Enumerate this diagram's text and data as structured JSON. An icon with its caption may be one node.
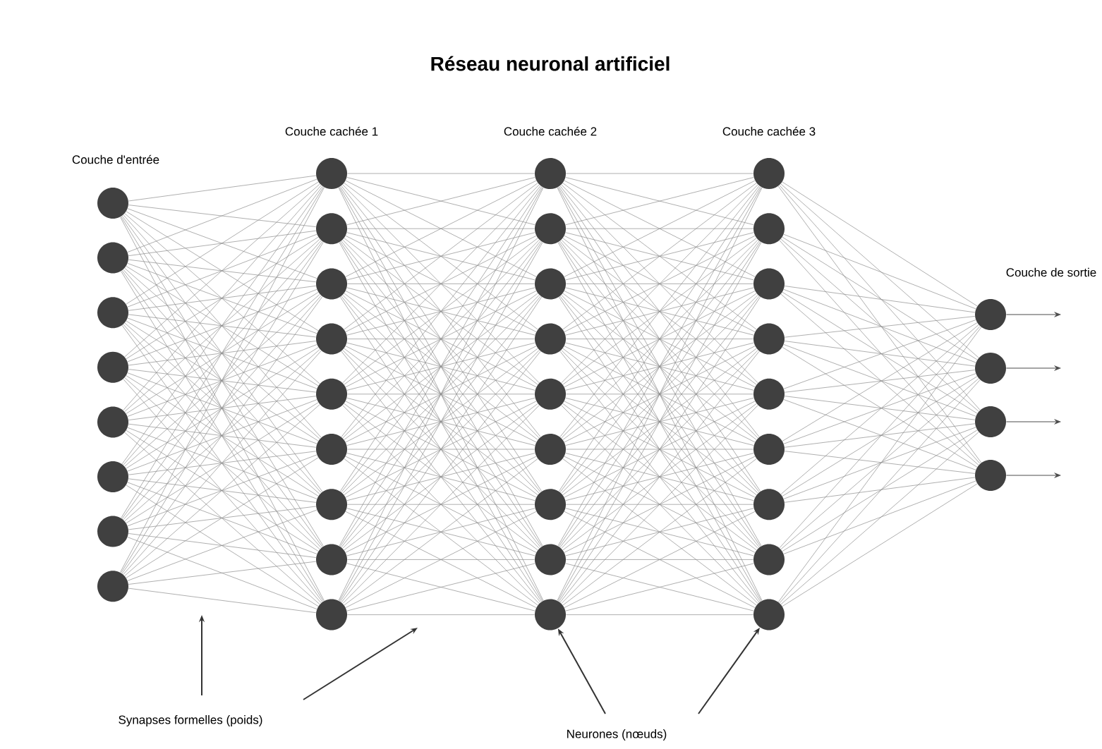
{
  "diagram": {
    "title": "Réseau neuronal artificiel",
    "nodes": [
      {
        "text": [],
        "shape": "circle"
      },
      {
        "text": [],
        "shape": "circle"
      },
      {
        "text": [],
        "shape": "circle"
      },
      {
        "text": [],
        "shape": "circle"
      },
      {
        "text": [],
        "shape": "circle"
      },
      {
        "text": [],
        "shape": "circle"
      },
      {
        "text": [],
        "shape": "circle"
      },
      {
        "text": [],
        "shape": "circle"
      },
      {
        "text": [],
        "shape": "circle"
      },
      {
        "text": [],
        "shape": "circle"
      },
      {
        "text": [],
        "shape": "circle"
      },
      {
        "text": [],
        "shape": "circle"
      },
      {
        "text": [],
        "shape": "circle"
      },
      {
        "text": [],
        "shape": "circle"
      },
      {
        "text": [],
        "shape": "circle"
      },
      {
        "text": [],
        "shape": "circle"
      },
      {
        "text": [],
        "shape": "circle"
      },
      {
        "text": [],
        "shape": "circle"
      },
      {
        "text": [],
        "shape": "circle"
      },
      {
        "text": [],
        "shape": "circle"
      },
      {
        "text": [],
        "shape": "circle"
      },
      {
        "text": [],
        "shape": "circle"
      },
      {
        "text": [],
        "shape": "circle"
      },
      {
        "text": [],
        "shape": "circle"
      },
      {
        "text": [],
        "shape": "circle"
      },
      {
        "text": [],
        "shape": "circle"
      },
      {
        "text": [],
        "shape": "circle"
      },
      {
        "text": [],
        "shape": "circle"
      },
      {
        "text": [],
        "shape": "circle"
      },
      {
        "text": [],
        "shape": "circle"
      },
      {
        "text": [],
        "shape": "circle"
      },
      {
        "text": [],
        "shape": "circle"
      },
      {
        "text": [],
        "shape": "circle"
      },
      {
        "text": [],
        "shape": "circle"
      },
      {
        "text": [],
        "shape": "circle"
      },
      {
        "text": [],
        "shape": "circle"
      },
      {
        "text": [],
        "shape": "circle"
      },
      {
        "text": [],
        "shape": "circle"
      },
      {
        "text": [],
        "shape": "circle"
      },
      {
        "text": [
          "Synapses formelles (poids)"
        ]
      },
      {
        "text": [
          "Neurones (nœuds)"
        ]
      }
    ],
    "edges": [
      {
        "from": 0,
        "to": 8,
        "arrow": "none"
      },
      {
        "from": 0,
        "to": 9,
        "arrow": "none"
      },
      {
        "from": 0,
        "to": 10,
        "arrow": "none"
      },
      {
        "from": 0,
        "to": 11,
        "arrow": "none"
      },
      {
        "from": 0,
        "to": 12,
        "arrow": "none"
      },
      {
        "from": 0,
        "to": 13,
        "arrow": "none"
      },
      {
        "from": 0,
        "to": 14,
        "arrow": "none"
      },
      {
        "from": 0,
        "to": 15,
        "arrow": "none"
      },
      {
        "from": 0,
        "to": 16,
        "arrow": "none"
      },
      {
        "from": 1,
        "to": 8,
        "arrow": "none"
      },
      {
        "from": 1,
        "to": 9,
        "arrow": "none"
      },
      {
        "from": 1,
        "to": 10,
        "arrow": "none"
      },
      {
        "from": 1,
        "to": 11,
        "arrow": "none"
      },
      {
        "from": 1,
        "to": 12,
        "arrow": "none"
      },
      {
        "from": 1,
        "to": 13,
        "arrow": "none"
      },
      {
        "from": 1,
        "to": 14,
        "arrow": "none"
      },
      {
        "from": 1,
        "to": 15,
        "arrow": "none"
      },
      {
        "from": 1,
        "to": 16,
        "arrow": "none"
      },
      {
        "from": 2,
        "to": 8,
        "arrow": "none"
      },
      {
        "from": 2,
        "to": 9,
        "arrow": "none"
      },
      {
        "from": 2,
        "to": 10,
        "arrow": "none"
      },
      {
        "from": 2,
        "to": 11,
        "arrow": "none"
      },
      {
        "from": 2,
        "to": 12,
        "arrow": "none"
      },
      {
        "from": 2,
        "to": 13,
        "arrow": "none"
      },
      {
        "from": 2,
        "to": 14,
        "arrow": "none"
      },
      {
        "from": 2,
        "to": 15,
        "arrow": "none"
      },
      {
        "from": 2,
        "to": 16,
        "arrow": "none"
      },
      {
        "from": 3,
        "to": 8,
        "arrow": "none"
      },
      {
        "from": 3,
        "to": 9,
        "arrow": "none"
      },
      {
        "from": 3,
        "to": 10,
        "arrow": "none"
      },
      {
        "from": 3,
        "to": 11,
        "arrow": "none"
      },
      {
        "from": 3,
        "to": 12,
        "arrow": "none"
      },
      {
        "from": 3,
        "to": 13,
        "arrow": "none"
      },
      {
        "from": 3,
        "to": 14,
        "arrow": "none"
      },
      {
        "from": 3,
        "to": 15,
        "arrow": "none"
      },
      {
        "from": 3,
        "to": 16,
        "arrow": "none"
      },
      {
        "from": 4,
        "to": 8,
        "arrow": "none"
      },
      {
        "from": 4,
        "to": 9,
        "arrow": "none"
      },
      {
        "from": 4,
        "to": 10,
        "arrow": "none"
      },
      {
        "from": 4,
        "to": 11,
        "arrow": "none"
      },
      {
        "from": 4,
        "to": 12,
        "arrow": "none"
      },
      {
        "from": 4,
        "to": 13,
        "arrow": "none"
      },
      {
        "from": 4,
        "to": 14,
        "arrow": "none"
      },
      {
        "from": 4,
        "to": 15,
        "arrow": "none"
      },
      {
        "from": 4,
        "to": 16,
        "arrow": "none"
      },
      {
        "from": 5,
        "to": 8,
        "arrow": "none"
      },
      {
        "from": 5,
        "to": 9,
        "arrow": "none"
      },
      {
        "from": 5,
        "to": 10,
        "arrow": "none"
      },
      {
        "from": 5,
        "to": 11,
        "arrow": "none"
      },
      {
        "from": 5,
        "to": 12,
        "arrow": "none"
      },
      {
        "from": 5,
        "to": 13,
        "arrow": "none"
      },
      {
        "from": 5,
        "to": 14,
        "arrow": "none"
      },
      {
        "from": 5,
        "to": 15,
        "arrow": "none"
      },
      {
        "from": 5,
        "to": 16,
        "arrow": "none"
      },
      {
        "from": 6,
        "to": 8,
        "arrow": "none"
      },
      {
        "from": 6,
        "to": 9,
        "arrow": "none"
      },
      {
        "from": 6,
        "to": 10,
        "arrow": "none"
      },
      {
        "from": 6,
        "to": 11,
        "arrow": "none"
      },
      {
        "from": 6,
        "to": 12,
        "arrow": "none"
      },
      {
        "from": 6,
        "to": 13,
        "arrow": "none"
      },
      {
        "from": 6,
        "to": 14,
        "arrow": "none"
      },
      {
        "from": 6,
        "to": 15,
        "arrow": "none"
      },
      {
        "from": 6,
        "to": 16,
        "arrow": "none"
      },
      {
        "from": 7,
        "to": 8,
        "arrow": "none"
      },
      {
        "from": 7,
        "to": 9,
        "arrow": "none"
      },
      {
        "from": 7,
        "to": 10,
        "arrow": "none"
      },
      {
        "from": 7,
        "to": 11,
        "arrow": "none"
      },
      {
        "from": 7,
        "to": 12,
        "arrow": "none"
      },
      {
        "from": 7,
        "to": 13,
        "arrow": "none"
      },
      {
        "from": 7,
        "to": 14,
        "arrow": "none"
      },
      {
        "from": 7,
        "to": 15,
        "arrow": "none"
      },
      {
        "from": 7,
        "to": 16,
        "arrow": "none"
      },
      {
        "from": 8,
        "to": 17,
        "arrow": "none"
      },
      {
        "from": 8,
        "to": 18,
        "arrow": "none"
      },
      {
        "from": 8,
        "to": 19,
        "arrow": "none"
      },
      {
        "from": 8,
        "to": 20,
        "arrow": "none"
      },
      {
        "from": 8,
        "to": 21,
        "arrow": "none"
      },
      {
        "from": 8,
        "to": 22,
        "arrow": "none"
      },
      {
        "from": 8,
        "to": 23,
        "arrow": "none"
      },
      {
        "from": 8,
        "to": 24,
        "arrow": "none"
      },
      {
        "from": 8,
        "to": 25,
        "arrow": "none"
      },
      {
        "from": 9,
        "to": 17,
        "arrow": "none"
      },
      {
        "from": 9,
        "to": 18,
        "arrow": "none"
      },
      {
        "from": 9,
        "to": 19,
        "arrow": "none"
      },
      {
        "from": 9,
        "to": 20,
        "arrow": "none"
      },
      {
        "from": 9,
        "to": 21,
        "arrow": "none"
      },
      {
        "from": 9,
        "to": 22,
        "arrow": "none"
      },
      {
        "from": 9,
        "to": 23,
        "arrow": "none"
      },
      {
        "from": 9,
        "to": 24,
        "arrow": "none"
      },
      {
        "from": 9,
        "to": 25,
        "arrow": "none"
      },
      {
        "from": 10,
        "to": 17,
        "arrow": "none"
      },
      {
        "from": 10,
        "to": 18,
        "arrow": "none"
      },
      {
        "from": 10,
        "to": 19,
        "arrow": "none"
      },
      {
        "from": 10,
        "to": 20,
        "arrow": "none"
      },
      {
        "from": 10,
        "to": 21,
        "arrow": "none"
      },
      {
        "from": 10,
        "to": 22,
        "arrow": "none"
      },
      {
        "from": 10,
        "to": 23,
        "arrow": "none"
      },
      {
        "from": 10,
        "to": 24,
        "arrow": "none"
      },
      {
        "from": 10,
        "to": 25,
        "arrow": "none"
      },
      {
        "from": 11,
        "to": 17,
        "arrow": "none"
      },
      {
        "from": 11,
        "to": 18,
        "arrow": "none"
      },
      {
        "from": 11,
        "to": 19,
        "arrow": "none"
      },
      {
        "from": 11,
        "to": 20,
        "arrow": "none"
      },
      {
        "from": 11,
        "to": 21,
        "arrow": "none"
      },
      {
        "from": 11,
        "to": 22,
        "arrow": "none"
      },
      {
        "from": 11,
        "to": 23,
        "arrow": "none"
      },
      {
        "from": 11,
        "to": 24,
        "arrow": "none"
      },
      {
        "from": 11,
        "to": 25,
        "arrow": "none"
      },
      {
        "from": 12,
        "to": 17,
        "arrow": "none"
      },
      {
        "from": 12,
        "to": 18,
        "arrow": "none"
      },
      {
        "from": 12,
        "to": 19,
        "arrow": "none"
      },
      {
        "from": 12,
        "to": 20,
        "arrow": "none"
      },
      {
        "from": 12,
        "to": 21,
        "arrow": "none"
      },
      {
        "from": 12,
        "to": 22,
        "arrow": "none"
      },
      {
        "from": 12,
        "to": 23,
        "arrow": "none"
      },
      {
        "from": 12,
        "to": 24,
        "arrow": "none"
      },
      {
        "from": 12,
        "to": 25,
        "arrow": "none"
      },
      {
        "from": 13,
        "to": 17,
        "arrow": "none"
      },
      {
        "from": 13,
        "to": 18,
        "arrow": "none"
      },
      {
        "from": 13,
        "to": 19,
        "arrow": "none"
      },
      {
        "from": 13,
        "to": 20,
        "arrow": "none"
      },
      {
        "from": 13,
        "to": 21,
        "arrow": "none"
      },
      {
        "from": 13,
        "to": 22,
        "arrow": "none"
      },
      {
        "from": 13,
        "to": 23,
        "arrow": "none"
      },
      {
        "from": 13,
        "to": 24,
        "arrow": "none"
      },
      {
        "from": 13,
        "to": 25,
        "arrow": "none"
      },
      {
        "from": 14,
        "to": 17,
        "arrow": "none"
      },
      {
        "from": 14,
        "to": 18,
        "arrow": "none"
      },
      {
        "from": 14,
        "to": 19,
        "arrow": "none"
      },
      {
        "from": 14,
        "to": 20,
        "arrow": "none"
      },
      {
        "from": 14,
        "to": 21,
        "arrow": "none"
      },
      {
        "from": 14,
        "to": 22,
        "arrow": "none"
      },
      {
        "from": 14,
        "to": 23,
        "arrow": "none"
      },
      {
        "from": 14,
        "to": 24,
        "arrow": "none"
      },
      {
        "from": 14,
        "to": 25,
        "arrow": "none"
      },
      {
        "from": 15,
        "to": 17,
        "arrow": "none"
      },
      {
        "from": 15,
        "to": 18,
        "arrow": "none"
      },
      {
        "from": 15,
        "to": 19,
        "arrow": "none"
      },
      {
        "from": 15,
        "to": 20,
        "arrow": "none"
      },
      {
        "from": 15,
        "to": 21,
        "arrow": "none"
      },
      {
        "from": 15,
        "to": 22,
        "arrow": "none"
      },
      {
        "from": 15,
        "to": 23,
        "arrow": "none"
      },
      {
        "from": 15,
        "to": 24,
        "arrow": "none"
      },
      {
        "from": 15,
        "to": 25,
        "arrow": "none"
      },
      {
        "from": 16,
        "to": 17,
        "arrow": "none"
      },
      {
        "from": 16,
        "to": 18,
        "arrow": "none"
      },
      {
        "from": 16,
        "to": 19,
        "arrow": "none"
      },
      {
        "from": 16,
        "to": 20,
        "arrow": "none"
      },
      {
        "from": 16,
        "to": 21,
        "arrow": "none"
      },
      {
        "from": 16,
        "to": 22,
        "arrow": "none"
      },
      {
        "from": 16,
        "to": 23,
        "arrow": "none"
      },
      {
        "from": 16,
        "to": 24,
        "arrow": "none"
      },
      {
        "from": 16,
        "to": 25,
        "arrow": "none"
      },
      {
        "from": 17,
        "to": 26,
        "arrow": "none"
      },
      {
        "from": 17,
        "to": 27,
        "arrow": "none"
      },
      {
        "from": 17,
        "to": 28,
        "arrow": "none"
      },
      {
        "from": 17,
        "to": 29,
        "arrow": "none"
      },
      {
        "from": 17,
        "to": 30,
        "arrow": "none"
      },
      {
        "from": 17,
        "to": 31,
        "arrow": "none"
      },
      {
        "from": 17,
        "to": 32,
        "arrow": "none"
      },
      {
        "from": 17,
        "to": 33,
        "arrow": "none"
      },
      {
        "from": 17,
        "to": 34,
        "arrow": "none"
      },
      {
        "from": 18,
        "to": 26,
        "arrow": "none"
      },
      {
        "from": 18,
        "to": 27,
        "arrow": "none"
      },
      {
        "from": 18,
        "to": 28,
        "arrow": "none"
      },
      {
        "from": 18,
        "to": 29,
        "arrow": "none"
      },
      {
        "from": 18,
        "to": 30,
        "arrow": "none"
      },
      {
        "from": 18,
        "to": 31,
        "arrow": "none"
      },
      {
        "from": 18,
        "to": 32,
        "arrow": "none"
      },
      {
        "from": 18,
        "to": 33,
        "arrow": "none"
      },
      {
        "from": 18,
        "to": 34,
        "arrow": "none"
      },
      {
        "from": 19,
        "to": 26,
        "arrow": "none"
      },
      {
        "from": 19,
        "to": 27,
        "arrow": "none"
      },
      {
        "from": 19,
        "to": 28,
        "arrow": "none"
      },
      {
        "from": 19,
        "to": 29,
        "arrow": "none"
      },
      {
        "from": 19,
        "to": 30,
        "arrow": "none"
      },
      {
        "from": 19,
        "to": 31,
        "arrow": "none"
      },
      {
        "from": 19,
        "to": 32,
        "arrow": "none"
      },
      {
        "from": 19,
        "to": 33,
        "arrow": "none"
      },
      {
        "from": 19,
        "to": 34,
        "arrow": "none"
      },
      {
        "from": 20,
        "to": 26,
        "arrow": "none"
      },
      {
        "from": 20,
        "to": 27,
        "arrow": "none"
      },
      {
        "from": 20,
        "to": 28,
        "arrow": "none"
      },
      {
        "from": 20,
        "to": 29,
        "arrow": "none"
      },
      {
        "from": 20,
        "to": 30,
        "arrow": "none"
      },
      {
        "from": 20,
        "to": 31,
        "arrow": "none"
      },
      {
        "from": 20,
        "to": 32,
        "arrow": "none"
      },
      {
        "from": 20,
        "to": 33,
        "arrow": "none"
      },
      {
        "from": 20,
        "to": 34,
        "arrow": "none"
      },
      {
        "from": 21,
        "to": 26,
        "arrow": "none"
      },
      {
        "from": 21,
        "to": 27,
        "arrow": "none"
      },
      {
        "from": 21,
        "to": 28,
        "arrow": "none"
      },
      {
        "from": 21,
        "to": 29,
        "arrow": "none"
      },
      {
        "from": 21,
        "to": 30,
        "arrow": "none"
      },
      {
        "from": 21,
        "to": 31,
        "arrow": "none"
      },
      {
        "from": 21,
        "to": 32,
        "arrow": "none"
      },
      {
        "from": 21,
        "to": 33,
        "arrow": "none"
      },
      {
        "from": 21,
        "to": 34,
        "arrow": "none"
      },
      {
        "from": 22,
        "to": 26,
        "arrow": "none"
      },
      {
        "from": 22,
        "to": 27,
        "arrow": "none"
      },
      {
        "from": 22,
        "to": 28,
        "arrow": "none"
      },
      {
        "from": 22,
        "to": 29,
        "arrow": "none"
      },
      {
        "from": 22,
        "to": 30,
        "arrow": "none"
      },
      {
        "from": 22,
        "to": 31,
        "arrow": "none"
      },
      {
        "from": 22,
        "to": 32,
        "arrow": "none"
      },
      {
        "from": 22,
        "to": 33,
        "arrow": "none"
      },
      {
        "from": 22,
        "to": 34,
        "arrow": "none"
      },
      {
        "from": 23,
        "to": 26,
        "arrow": "none"
      },
      {
        "from": 23,
        "to": 27,
        "arrow": "none"
      },
      {
        "from": 23,
        "to": 28,
        "arrow": "none"
      },
      {
        "from": 23,
        "to": 29,
        "arrow": "none"
      },
      {
        "from": 23,
        "to": 30,
        "arrow": "none"
      },
      {
        "from": 23,
        "to": 31,
        "arrow": "none"
      },
      {
        "from": 23,
        "to": 32,
        "arrow": "none"
      },
      {
        "from": 23,
        "to": 33,
        "arrow": "none"
      },
      {
        "from": 23,
        "to": 34,
        "arrow": "none"
      },
      {
        "from": 24,
        "to": 26,
        "arrow": "none"
      },
      {
        "from": 24,
        "to": 27,
        "arrow": "none"
      },
      {
        "from": 24,
        "to": 28,
        "arrow": "none"
      },
      {
        "from": 24,
        "to": 29,
        "arrow": "none"
      },
      {
        "from": 24,
        "to": 30,
        "arrow": "none"
      },
      {
        "from": 24,
        "to": 31,
        "arrow": "none"
      },
      {
        "from": 24,
        "to": 32,
        "arrow": "none"
      },
      {
        "from": 24,
        "to": 33,
        "arrow": "none"
      },
      {
        "from": 24,
        "to": 34,
        "arrow": "none"
      },
      {
        "from": 25,
        "to": 26,
        "arrow": "none"
      },
      {
        "from": 25,
        "to": 27,
        "arrow": "none"
      },
      {
        "from": 25,
        "to": 28,
        "arrow": "none"
      },
      {
        "from": 25,
        "to": 29,
        "arrow": "none"
      },
      {
        "from": 25,
        "to": 30,
        "arrow": "none"
      },
      {
        "from": 25,
        "to": 31,
        "arrow": "none"
      },
      {
        "from": 25,
        "to": 32,
        "arrow": "none"
      },
      {
        "from": 25,
        "to": 33,
        "arrow": "none"
      },
      {
        "from": 25,
        "to": 34,
        "arrow": "none"
      },
      {
        "from": 26,
        "to": 35,
        "arrow": "none"
      },
      {
        "from": 26,
        "to": 36,
        "arrow": "none"
      },
      {
        "from": 26,
        "to": 37,
        "arrow": "none"
      },
      {
        "from": 26,
        "to": 38,
        "arrow": "none"
      },
      {
        "from": 27,
        "to": 35,
        "arrow": "none"
      },
      {
        "from": 27,
        "to": 36,
        "arrow": "none"
      },
      {
        "from": 27,
        "to": 37,
        "arrow": "none"
      },
      {
        "from": 27,
        "to": 38,
        "arrow": "none"
      },
      {
        "from": 28,
        "to": 35,
        "arrow": "none"
      },
      {
        "from": 28,
        "to": 36,
        "arrow": "none"
      },
      {
        "from": 28,
        "to": 37,
        "arrow": "none"
      },
      {
        "from": 28,
        "to": 38,
        "arrow": "none"
      },
      {
        "from": 29,
        "to": 35,
        "arrow": "none"
      },
      {
        "from": 29,
        "to": 36,
        "arrow": "none"
      },
      {
        "from": 29,
        "to": 37,
        "arrow": "none"
      },
      {
        "from": 29,
        "to": 38,
        "arrow": "none"
      },
      {
        "from": 30,
        "to": 35,
        "arrow": "none"
      },
      {
        "from": 30,
        "to": 36,
        "arrow": "none"
      },
      {
        "from": 30,
        "to": 37,
        "arrow": "none"
      },
      {
        "from": 30,
        "to": 38,
        "arrow": "none"
      },
      {
        "from": 31,
        "to": 35,
        "arrow": "none"
      },
      {
        "from": 31,
        "to": 36,
        "arrow": "none"
      },
      {
        "from": 31,
        "to": 37,
        "arrow": "none"
      },
      {
        "from": 31,
        "to": 38,
        "arrow": "none"
      },
      {
        "from": 32,
        "to": 35,
        "arrow": "none"
      },
      {
        "from": 32,
        "to": 36,
        "arrow": "none"
      },
      {
        "from": 32,
        "to": 37,
        "arrow": "none"
      },
      {
        "from": 32,
        "to": 38,
        "arrow": "none"
      },
      {
        "from": 33,
        "to": 35,
        "arrow": "none"
      },
      {
        "from": 33,
        "to": 36,
        "arrow": "none"
      },
      {
        "from": 33,
        "to": 37,
        "arrow": "none"
      },
      {
        "from": 33,
        "to": 38,
        "arrow": "none"
      },
      {
        "from": 34,
        "to": 35,
        "arrow": "none"
      },
      {
        "from": 34,
        "to": 36,
        "arrow": "none"
      },
      {
        "from": 34,
        "to": 37,
        "arrow": "none"
      },
      {
        "from": 34,
        "to": 38,
        "arrow": "none"
      },
      {
        "from": 35,
        "to": null,
        "arrow": "to"
      },
      {
        "from": 36,
        "to": null,
        "arrow": "to"
      },
      {
        "from": 37,
        "to": null,
        "arrow": "to"
      },
      {
        "from": 38,
        "to": null,
        "arrow": "to"
      },
      {
        "from": 39,
        "to": null,
        "arrow": "to"
      },
      {
        "from": 39,
        "to": null,
        "arrow": "to"
      },
      {
        "from": 40,
        "to": 25,
        "arrow": "to"
      },
      {
        "from": 40,
        "to": 34,
        "arrow": "to"
      }
    ],
    "labels": [
      "Couche cachée 1",
      "Couche cachée 2",
      "Couche cachée 3",
      "Couche d'entrée",
      "Couche de sortie"
    ]
  }
}
